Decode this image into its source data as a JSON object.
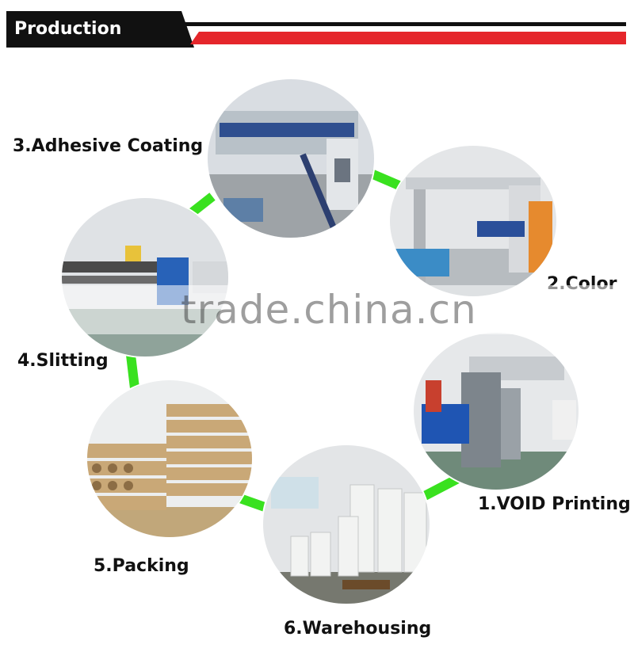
{
  "header": {
    "title": "Production Flow"
  },
  "steps": [
    {
      "label": "1.VOID Printing"
    },
    {
      "label": "2.Color"
    },
    {
      "label": "3.Adhesive Coating"
    },
    {
      "label": "4.Slitting"
    },
    {
      "label": "5.Packing"
    },
    {
      "label": "6.Warehousing"
    }
  ],
  "watermark": {
    "text": "trade.china.cn"
  },
  "colors": {
    "connector": "#39e11f",
    "header_red": "#e5262b",
    "header_black": "#111111"
  }
}
